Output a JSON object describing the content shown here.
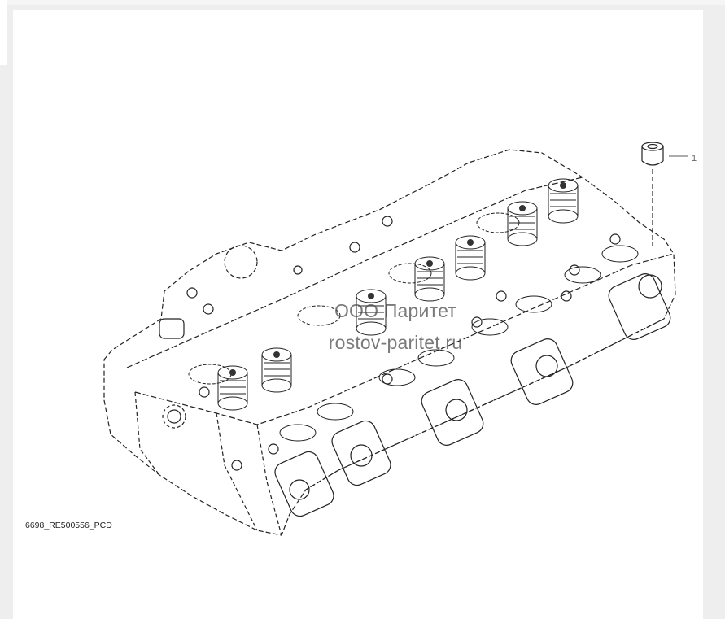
{
  "drawing": {
    "figure_code": "6698_RE500556_PCD",
    "callouts": [
      {
        "number": "1",
        "part_icon": "cap-screw-icon"
      }
    ],
    "assembly_icon": "cylinder-head-icon"
  },
  "watermark": {
    "line1": "ООО Паритет",
    "line2": "rostov-paritet.ru"
  },
  "colors": {
    "line": "#222222",
    "watermark": "#555555",
    "background": "#ffffff"
  }
}
